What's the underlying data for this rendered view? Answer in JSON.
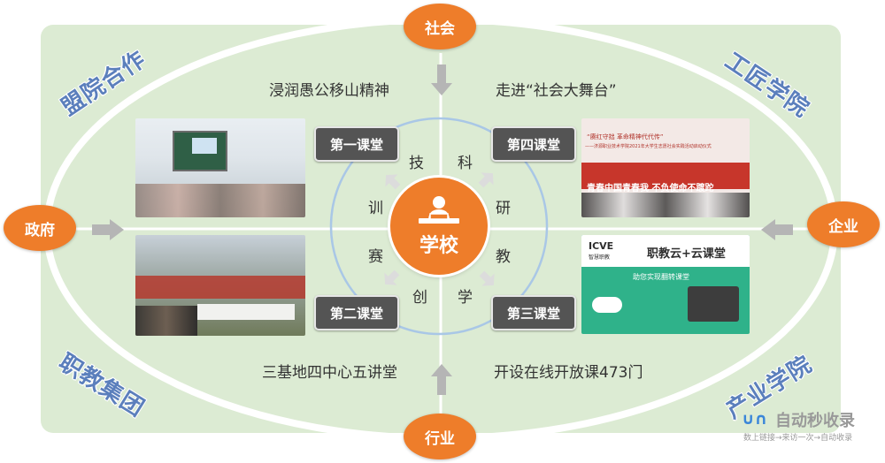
{
  "nodes": {
    "top": "社会",
    "bottom": "行业",
    "left": "政府",
    "right": "企业"
  },
  "corners": {
    "top_left": "盟院合作",
    "top_right": "工匠学院",
    "bottom_left": "职教集团",
    "bottom_right": "产业学院"
  },
  "captions": {
    "top_left": "浸润愚公移山精神",
    "top_right": "走进“社会大舞台”",
    "bottom_left": "三基地四中心五讲堂",
    "bottom_right": "开设在线开放课473门"
  },
  "classes": {
    "first": "第一课堂",
    "second": "第二课堂",
    "third": "第三课堂",
    "fourth": "第四课堂"
  },
  "skills": [
    "技",
    "科",
    "训",
    "研",
    "赛",
    "教",
    "创",
    "学"
  ],
  "center": {
    "label": "学校",
    "icon": "teacher-at-desk-icon"
  },
  "photos": {
    "fourth": {
      "banner_red": "青春中国青春我  不负使命不踱跎",
      "title_line1": "“赓红守拙  革命精神代代传”",
      "title_line2": "——济源职业技术学院2021年大学生志愿社会实践活动启动仪式"
    },
    "third": {
      "brand": "ICVE",
      "brand_sub": "智慧职教",
      "headline": "职教云+云课堂",
      "subline": "助您实现翻转课堂"
    }
  },
  "watermark": {
    "title": "自动秒收录",
    "subtitle": "数上链接→来访一次→自动收录"
  },
  "colors": {
    "accent": "#ee7d2a",
    "panel": "#dcebd3",
    "corner_text": "#5b7fbc",
    "class_tag": "#545454"
  }
}
